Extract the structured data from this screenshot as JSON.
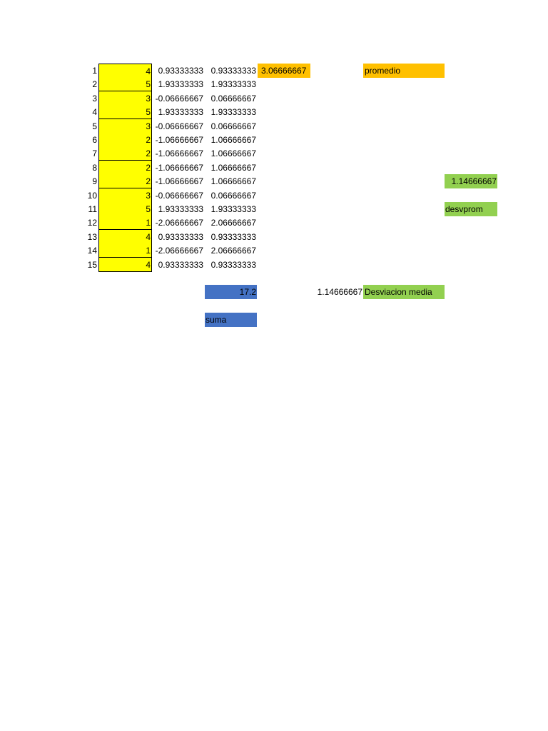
{
  "rows": [
    {
      "n": "1",
      "value": "4",
      "dev": "0.93333333",
      "abs": "0.93333333"
    },
    {
      "n": "2",
      "value": "5",
      "dev": "1.93333333",
      "abs": "1.93333333"
    },
    {
      "n": "3",
      "value": "3",
      "dev": "-0.06666667",
      "abs": "0.06666667"
    },
    {
      "n": "4",
      "value": "5",
      "dev": "1.93333333",
      "abs": "1.93333333"
    },
    {
      "n": "5",
      "value": "3",
      "dev": "-0.06666667",
      "abs": "0.06666667"
    },
    {
      "n": "6",
      "value": "2",
      "dev": "-1.06666667",
      "abs": "1.06666667"
    },
    {
      "n": "7",
      "value": "2",
      "dev": "-1.06666667",
      "abs": "1.06666667"
    },
    {
      "n": "8",
      "value": "2",
      "dev": "-1.06666667",
      "abs": "1.06666667"
    },
    {
      "n": "9",
      "value": "2",
      "dev": "-1.06666667",
      "abs": "1.06666667"
    },
    {
      "n": "10",
      "value": "3",
      "dev": "-0.06666667",
      "abs": "0.06666667"
    },
    {
      "n": "11",
      "value": "5",
      "dev": "1.93333333",
      "abs": "1.93333333"
    },
    {
      "n": "12",
      "value": "1",
      "dev": "-2.06666667",
      "abs": "2.06666667"
    },
    {
      "n": "13",
      "value": "4",
      "dev": "0.93333333",
      "abs": "0.93333333"
    },
    {
      "n": "14",
      "value": "1",
      "dev": "-2.06666667",
      "abs": "2.06666667"
    },
    {
      "n": "15",
      "value": "4",
      "dev": "0.93333333",
      "abs": "0.93333333"
    }
  ],
  "promedio": {
    "value": "3.06666667",
    "label": "promedio"
  },
  "desvprom": {
    "value": "1.14666667",
    "label": "desvprom"
  },
  "suma": {
    "value": "17.2",
    "label": "suma"
  },
  "desviacion_media": {
    "value": "1.14666667",
    "label": "Desviacion media"
  },
  "colors": {
    "yellow": "#ffff00",
    "orange": "#ffc000",
    "green": "#92d050",
    "blue": "#4472c4"
  }
}
